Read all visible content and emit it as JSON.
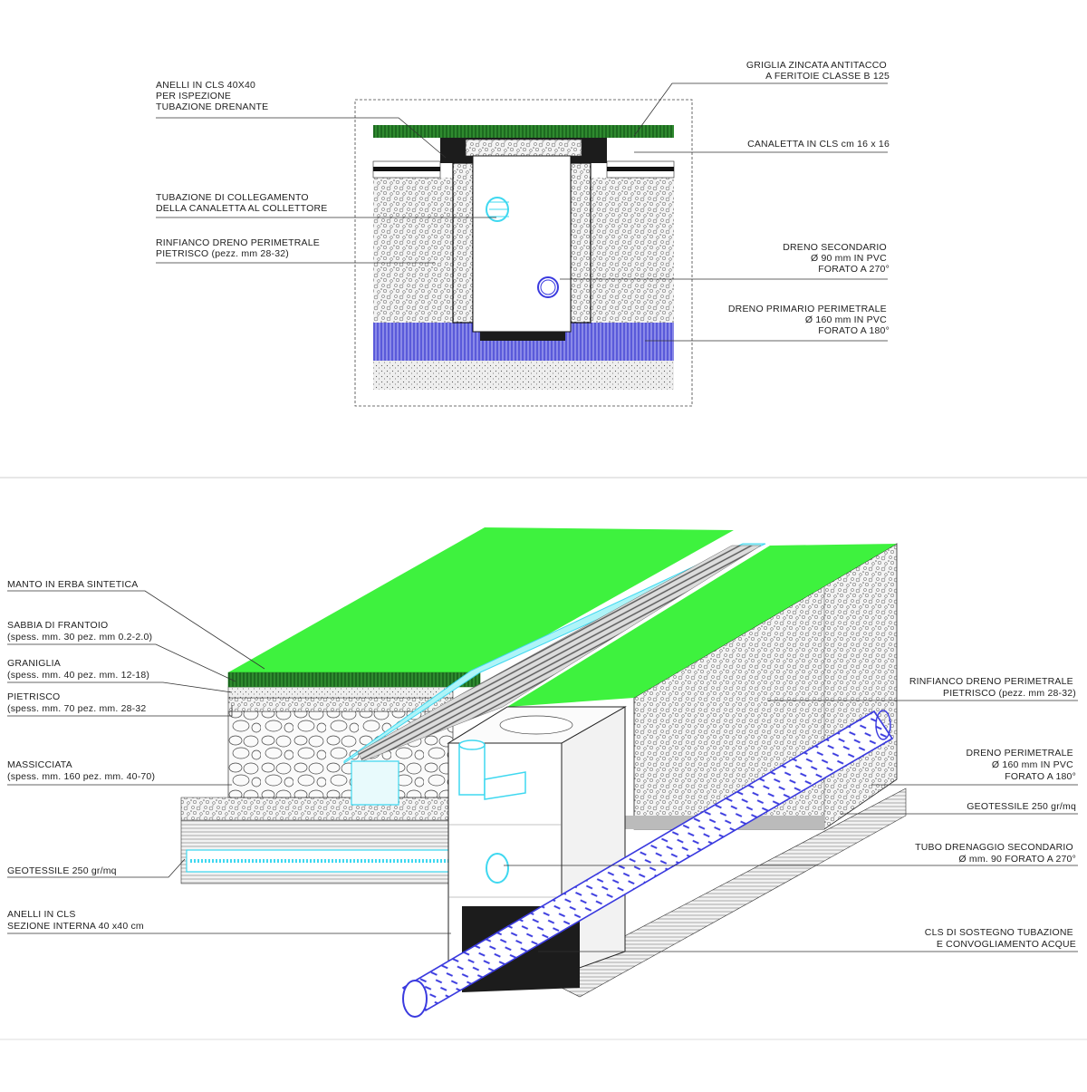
{
  "section": {
    "labels_left": [
      {
        "lines": [
          "ANELLI IN CLS 40X40",
          "PER ISPEZIONE",
          "TUBAZIONE DRENANTE"
        ]
      },
      {
        "lines": [
          "TUBAZIONE DI COLLEGAMENTO",
          "DELLA CANALETTA AL COLLETTORE"
        ]
      },
      {
        "lines": [
          "RINFIANCO DRENO PERIMETRALE",
          "PIETRISCO (pezz. mm 28-32)"
        ]
      }
    ],
    "labels_right": [
      {
        "lines": [
          "GRIGLIA ZINCATA ANTITACCO",
          "A FERITOIE CLASSE B 125"
        ]
      },
      {
        "lines": [
          "CANALETTA IN CLS cm 16 x 16"
        ]
      },
      {
        "lines": [
          "DRENO SECONDARIO",
          "Ø 90 mm IN PVC",
          "FORATO A 270°"
        ]
      },
      {
        "lines": [
          "DRENO PRIMARIO PERIMETRALE",
          "Ø 160 mm IN PVC",
          "FORATO A 180°"
        ]
      }
    ]
  },
  "axonometric": {
    "labels_left": [
      {
        "lines": [
          "MANTO IN ERBA SINTETICA"
        ]
      },
      {
        "lines": [
          "SABBIA DI FRANTOIO",
          "(spess. mm. 30 pez. mm 0.2-2.0)"
        ]
      },
      {
        "lines": [
          "GRANIGLIA",
          "(spess. mm. 40 pez. mm. 12-18)"
        ]
      },
      {
        "lines": [
          "PIETRISCO",
          "(spess. mm. 70 pez. mm. 28-32"
        ]
      },
      {
        "lines": [
          "MASSICCIATA",
          "(spess. mm. 160 pez. mm. 40-70)"
        ]
      },
      {
        "lines": [
          "GEOTESSILE 250 gr/mq"
        ]
      },
      {
        "lines": [
          "ANELLI IN CLS",
          "SEZIONE INTERNA 40 x40 cm"
        ]
      }
    ],
    "labels_right": [
      {
        "lines": [
          "RINFIANCO DRENO PERIMETRALE",
          "PIETRISCO (pezz. mm 28-32)"
        ]
      },
      {
        "lines": [
          "DRENO PERIMETRALE",
          "Ø 160 mm IN PVC",
          "FORATO A 180°"
        ]
      },
      {
        "lines": [
          "GEOTESSILE 250 gr/mq"
        ]
      },
      {
        "lines": [
          "TUBO DRENAGGIO SECONDARIO",
          "Ø mm. 90 FORATO A 270°"
        ]
      },
      {
        "lines": [
          "CLS DI SOSTEGNO TUBAZIONE",
          "E CONVOGLIAMENTO ACQUE"
        ]
      }
    ]
  },
  "colors": {
    "turf_green": "#3ef23e",
    "turf_dark": "#0f6b1f",
    "drain_blue": "#3a3adf",
    "pipe_cyan": "#3fd8f0",
    "concrete_black": "#1c1c1c"
  }
}
